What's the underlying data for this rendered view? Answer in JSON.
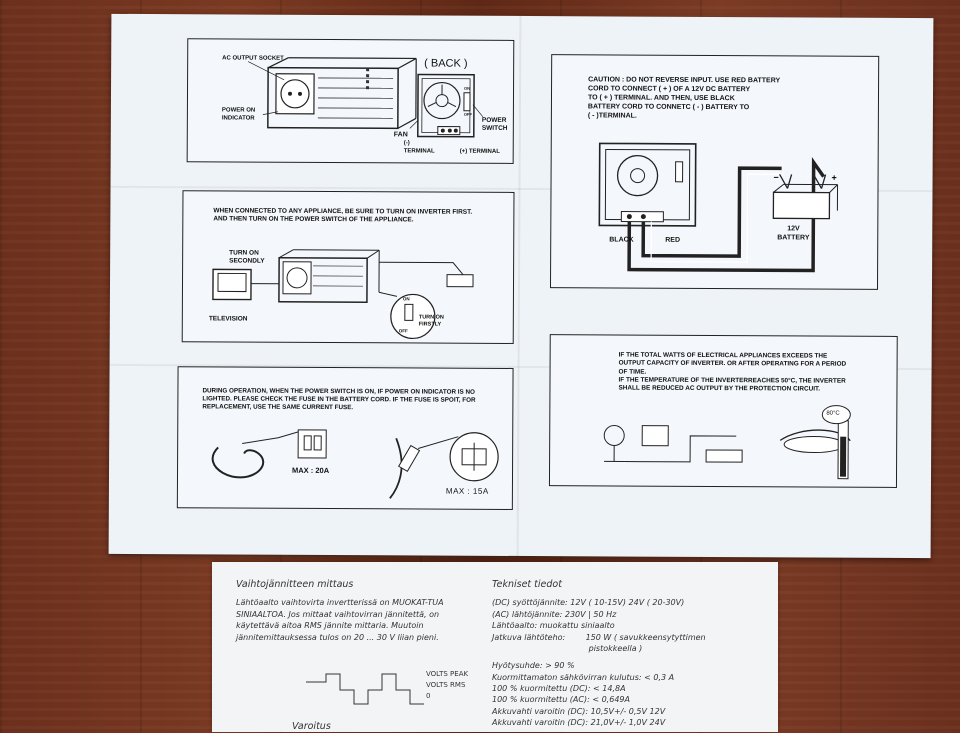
{
  "panel1": {
    "back_label": "( BACK )",
    "ac_socket": "AC OUTPUT SOCKET",
    "power_on_indicator": "POWER ON\nINDICATOR",
    "fan": "FAN",
    "power_switch": "POWER\nSWITCH",
    "minus_terminal": "(-)\nTERMINAL",
    "plus_terminal": "(+) TERMINAL",
    "on": "ON",
    "off": "OFF"
  },
  "panel2": {
    "text": "WHEN CONNECTED TO ANY APPLIANCE, BE SURE TO TURN ON INVERTER FIRST. AND THEN TURN ON THE POWER SWITCH OF THE APPLIANCE.",
    "turn_on_secondly": "TURN ON\nSECONDLY",
    "television": "TELEVISION",
    "turn_on_firstly": "TURN ON\nFIRSTLY",
    "on": "ON",
    "off": "OFF"
  },
  "panel3": {
    "text": "DURING OPERATION, WHEN THE POWER SWITCH IS ON, IF POWER ON INDICATOR IS NO LIGHTED. PLEASE CHECK THE FUSE IN THE BATTERY CORD. IF THE FUSE IS SPOIT, FOR REPLACEMENT, USE THE SAME CURRENT FUSE.",
    "max20": "MAX : 20A",
    "max15": "MAX : 15A"
  },
  "panel4": {
    "caution": "CAUTION : DO NOT REVERSE INPUT. USE RED BATTERY\nCORD TO CONNECT ( + ) OF A 12V DC BATTERY\nTO ( + ) TERMINAL. AND THEN, USE BLACK\nBATTERY CORD TO CONNETC ( - ) BATTERY TO\n( - )TERMINAL.",
    "black": "BLACK",
    "red": "RED",
    "battery": "12V\nBATTERY"
  },
  "panel5": {
    "text": "IF THE TOTAL WATTS OF ELECTRICAL APPLIANCES EXCEEDS THE OUTPUT CAPACITY OF INVERTER. OR AFTER OPERATING FOR A PERIOD OF TIME.\nIF THE TEMPERATURE OF THE INVERTERREACHES 50°C, THE INVERTER SHALL BE REDUCED AC OUTPUT BY THE PROTECTION CIRCUIT.",
    "temp": "80°C"
  },
  "lower": {
    "left_title": "Vaihtojännitteen mittaus",
    "left_body": "Lähtöaalto vaihtovirta invertterissä on MUOKAT-TUA SINIAALTOA. Jos mittaat vaihtovirran jännitettä, on käytettävä aitoa RMS jännite mittaria. Muutoin jännitemittauksessa tulos on 20 ... 30 V liian pieni.",
    "volts_peak": "VOLTS PEAK",
    "volts_rms": "VOLTS RMS",
    "zero": "0",
    "varoitus": "Varoitus",
    "right_title": "Tekniset tiedot",
    "specs": [
      "(DC) syöttöjännite: 12V ( 10-15V) 24V ( 20-30V)",
      "(AC) lähtöjännite: 230V | 50 Hz",
      "Lähtöaalto: muokattu siniaalto",
      "Jatkuva lähtöteho:        150 W ( savukkeensytyttimen",
      "                                      pistokkeella )",
      "",
      "Hyötysuhde: > 90 %",
      "Kuormittamaton sähkövirran kulutus: < 0,3 A",
      "100 % kuormitettu (DC): < 14,8A",
      "100 % kuormitettu (AC): < 0,649A",
      "Akkuvahti varoitin (DC): 10,5V+/- 0,5V 12V",
      "Akkuvahti varoitin (DC): 21,0V+/- 1,0V 24V"
    ]
  }
}
